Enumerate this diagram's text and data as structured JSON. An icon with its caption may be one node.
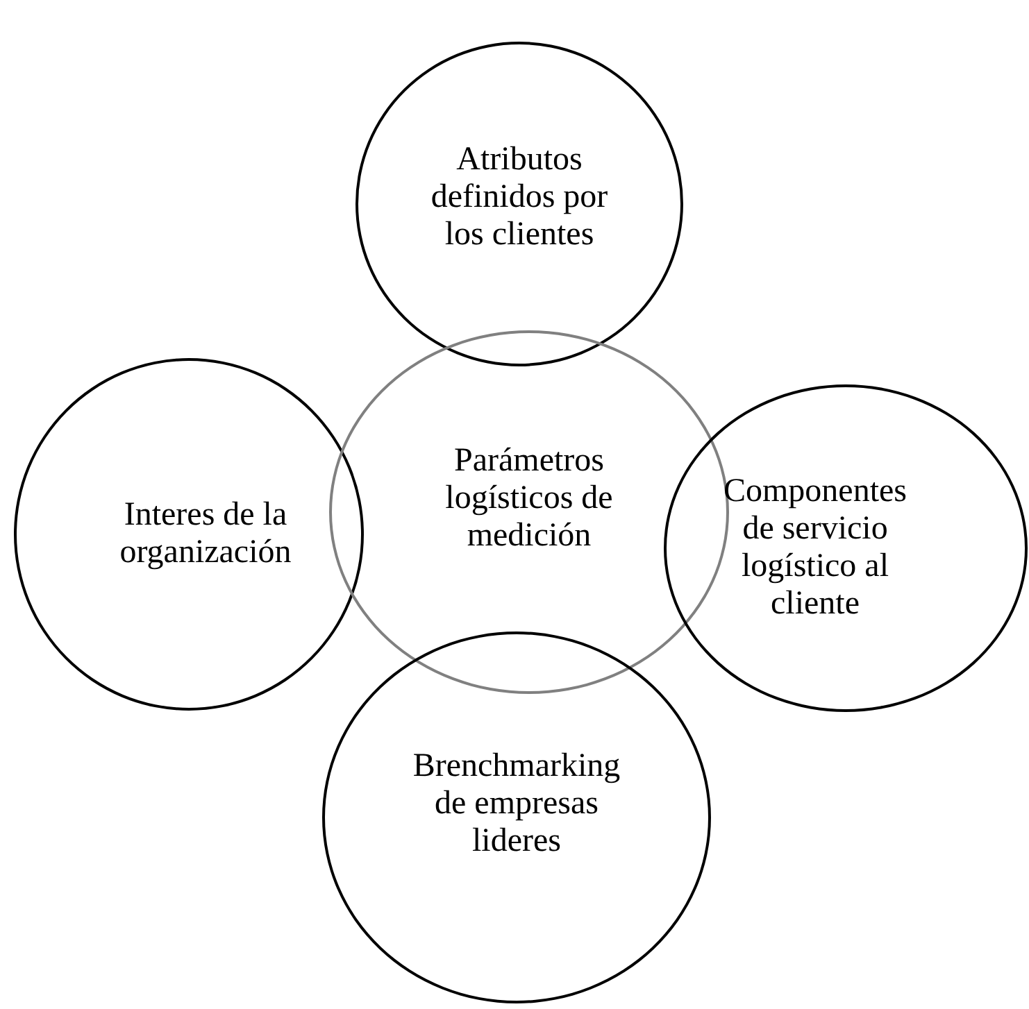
{
  "diagram": {
    "nodes": [
      {
        "text": [
          "Atributos definidos por los clientes"
        ]
      },
      {
        "text": [
          "Interes de la organización"
        ]
      },
      {
        "text": [
          "Parámetros logísticos de medición"
        ]
      },
      {
        "text": [
          "Componentes de servicio logístico al cliente"
        ]
      },
      {
        "text": [
          "Brenchmarking de empresas lideres"
        ]
      }
    ]
  }
}
